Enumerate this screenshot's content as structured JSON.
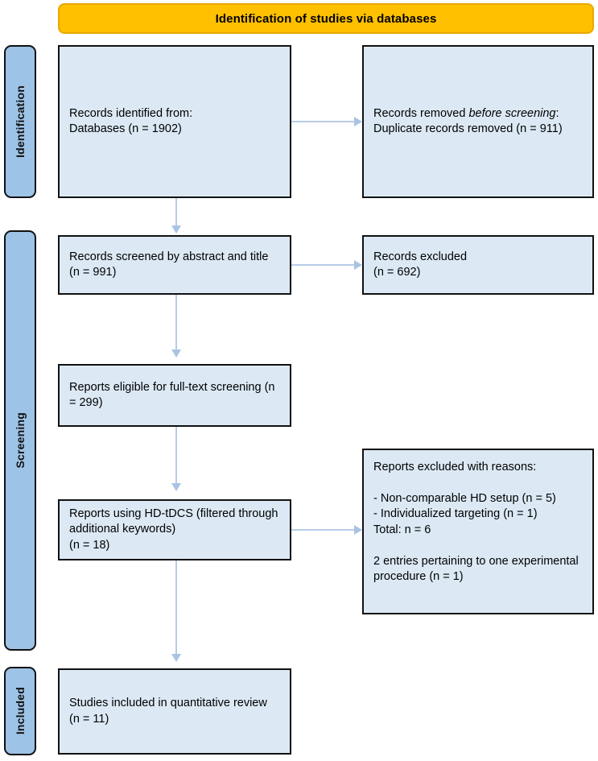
{
  "header": {
    "title": "Identification of studies via databases",
    "background_color": "#FFC000"
  },
  "stages": [
    {
      "id": "identification",
      "label": "Identification"
    },
    {
      "id": "screening",
      "label": "Screening"
    },
    {
      "id": "included",
      "label": "Included"
    }
  ],
  "colors": {
    "banner": "#FFC000",
    "stage_bar": "#9DC3E6",
    "box_fill": "#DCE9F5",
    "box_border": "#111111",
    "arrow": "#A9C3E3"
  },
  "boxes": {
    "identified": {
      "line1": "Records identified from:",
      "line2": "Databases (n = 1902)",
      "text": "Records identified from:\nDatabases (n = 1902)",
      "n": 1902
    },
    "removed": {
      "prefix": "Records removed ",
      "italic": "before screening",
      "suffix": ": Duplicate records removed (n = 911)",
      "n": 911
    },
    "screened": {
      "text": "Records screened by abstract and title (n = 991)",
      "n": 991
    },
    "excluded": {
      "text": "Records excluded\n(n = 692)",
      "n": 692
    },
    "eligible": {
      "text": "Reports eligible for full-text screening (n = 299)",
      "n": 299
    },
    "hdtdcs": {
      "text": "Reports using HD-tDCS (filtered through additional keywords)\n(n = 18)",
      "n": 18
    },
    "reasons": {
      "text": "Reports excluded with reasons:\n\n- Non-comparable HD setup (n = 5)\n- Individualized targeting (n = 1)\nTotal: n = 6\n\n2 entries pertaining to one experimental procedure (n = 1)",
      "heading": "Reports excluded with reasons:",
      "items": [
        {
          "label": "- Non-comparable HD setup",
          "n": 5
        },
        {
          "label": "- Individualized targeting",
          "n": 1
        }
      ],
      "total": "Total: n = 6",
      "note": "2 entries pertaining to one experimental procedure (n = 1)"
    },
    "included": {
      "text": "Studies included in quantitative review (n = 11)",
      "n": 11
    }
  }
}
